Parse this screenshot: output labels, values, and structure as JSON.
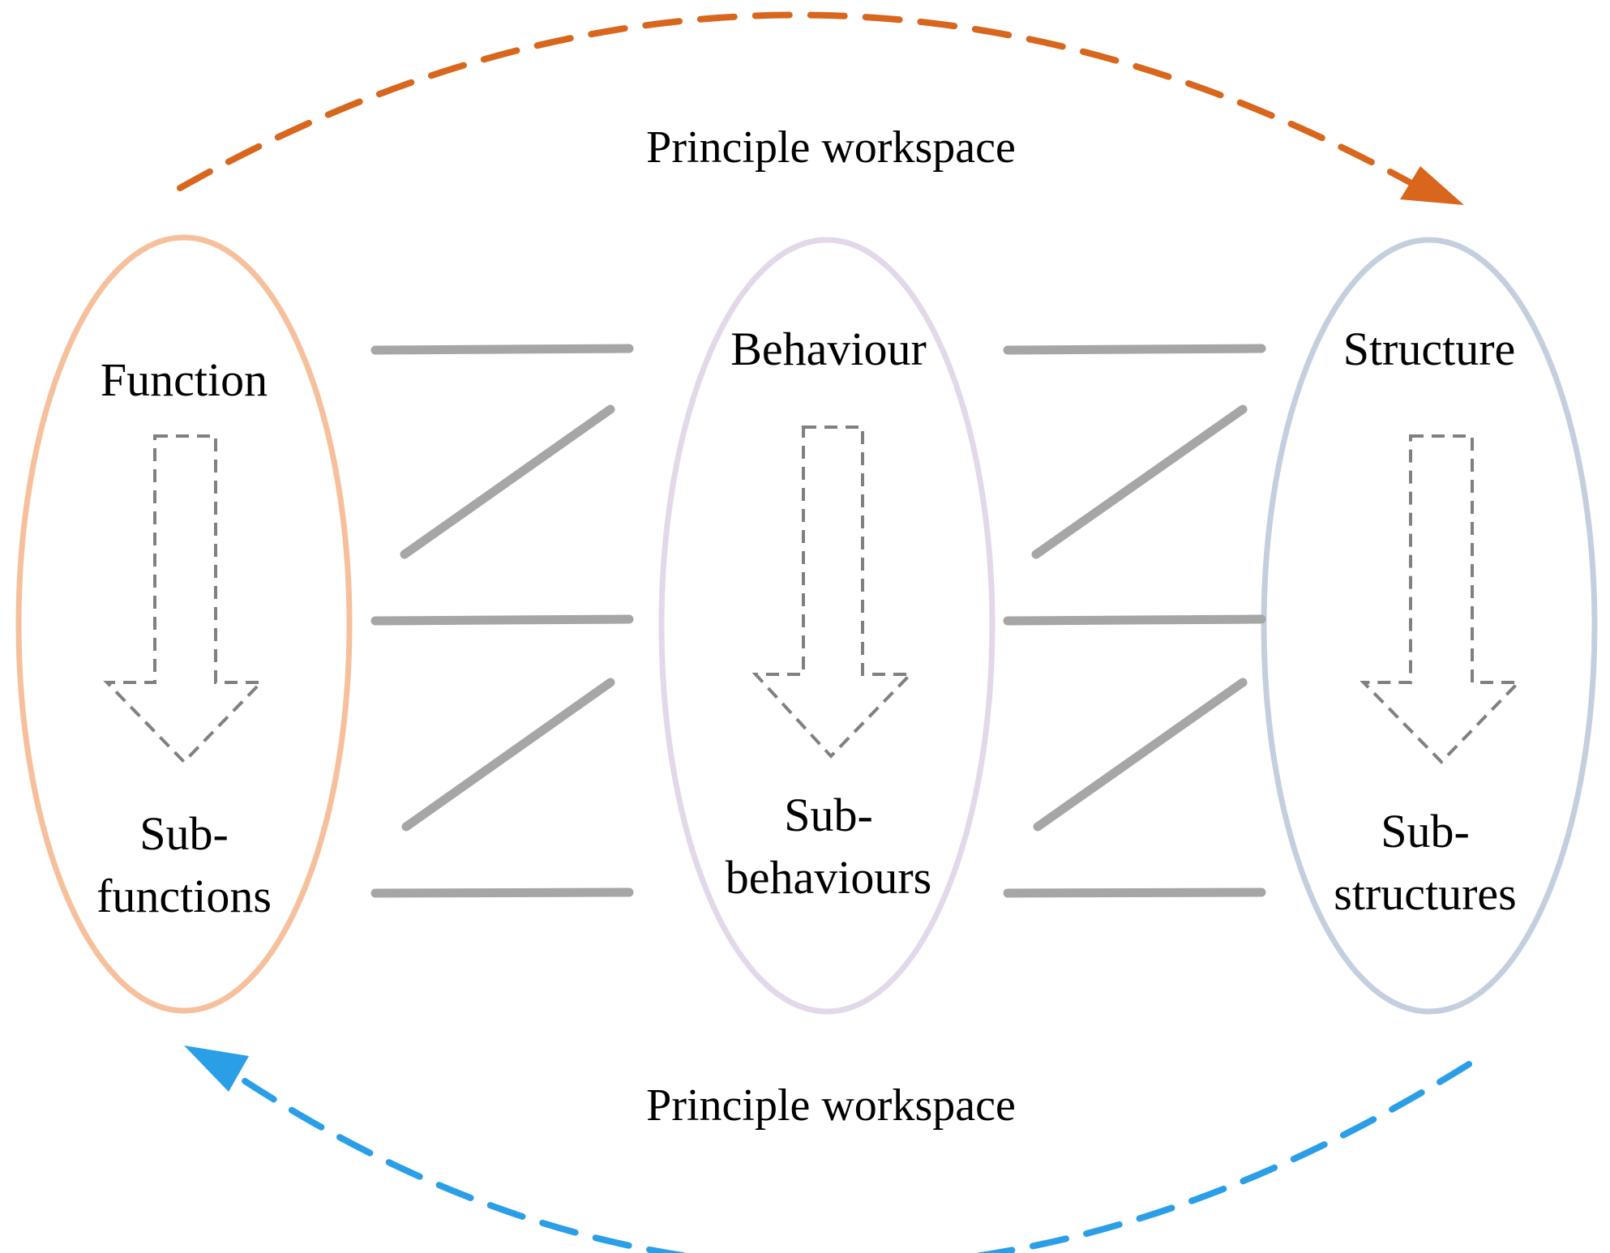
{
  "colors": {
    "function_ellipse": "#f6c09c",
    "behaviour_ellipse": "#e2d8e9",
    "structure_ellipse": "#c3cfdf",
    "flow_arrow": "#a6a6a6",
    "decomposition_arrow": "#808080",
    "top_workspace_arrow": "#d8661c",
    "bottom_workspace_arrow": "#2a9ee6"
  },
  "top_workspace": {
    "label": "Principle workspace"
  },
  "bottom_workspace": {
    "label": "Principle workspace"
  },
  "nodes": {
    "function": {
      "title": "Function",
      "sub_line1": "Sub-",
      "sub_line2": "functions"
    },
    "behaviour": {
      "title": "Behaviour",
      "sub_line1": "Sub-",
      "sub_line2": "behaviours"
    },
    "structure": {
      "title": "Structure",
      "sub_line1": "Sub-",
      "sub_line2": "structures"
    }
  }
}
